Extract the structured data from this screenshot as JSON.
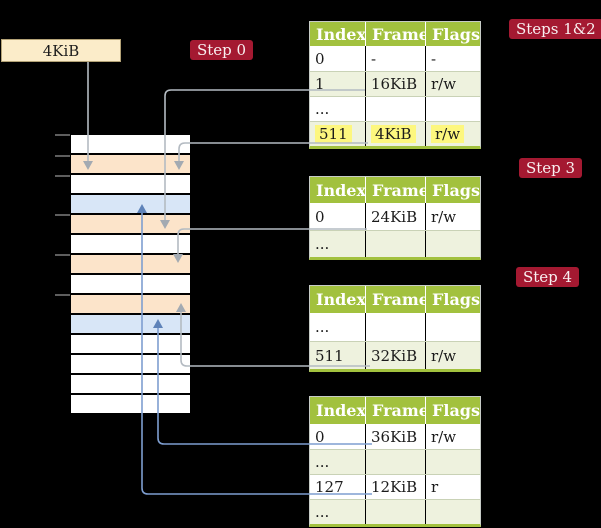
{
  "colors": {
    "olive": "#a2c13e",
    "cellgreen": "#eef2de",
    "highlight": "#fdf77e",
    "red": "#a41931",
    "cream": "#fbecc9",
    "roworange": "#fce4ca",
    "rowblue": "#d8e6f7",
    "grayline": "#b4bbc2",
    "grayhead": "#a3aab2",
    "blueline": "#7e9ed0",
    "bluehead": "#5f83b9",
    "tick": "#7e7e7e"
  },
  "source_box": {
    "label": "4KiB"
  },
  "steps": {
    "step0": "Step 0",
    "steps_1_2": "Steps 1&2",
    "step3": "Step 3",
    "step4": "Step 4"
  },
  "memory_strip": {
    "rows": [
      "white",
      "orange",
      "white",
      "blue",
      "orange",
      "white",
      "orange",
      "white",
      "orange",
      "blue",
      "white",
      "white",
      "white",
      "white"
    ]
  },
  "tables": [
    {
      "name": "page-table-steps-1-2",
      "headers": [
        "Index",
        "Frame",
        "Flags"
      ],
      "rows": [
        {
          "cells": [
            "0",
            "-",
            "-"
          ],
          "shade": false,
          "highlight": false
        },
        {
          "cells": [
            "1",
            "16KiB",
            "r/w"
          ],
          "shade": true,
          "highlight": false
        },
        {
          "cells": [
            "...",
            "",
            ""
          ],
          "shade": false,
          "highlight": false
        },
        {
          "cells": [
            "511",
            "4KiB",
            "r/w"
          ],
          "shade": true,
          "highlight": true
        }
      ]
    },
    {
      "name": "page-table-step-3",
      "headers": [
        "Index",
        "Frame",
        "Flags"
      ],
      "rows": [
        {
          "cells": [
            "0",
            "24KiB",
            "r/w"
          ],
          "shade": false,
          "highlight": false
        },
        {
          "cells": [
            "...",
            "",
            ""
          ],
          "shade": true,
          "highlight": false
        }
      ]
    },
    {
      "name": "page-table-step-4",
      "headers": [
        "Index",
        "Frame",
        "Flags"
      ],
      "rows": [
        {
          "cells": [
            "...",
            "",
            ""
          ],
          "shade": false,
          "highlight": false
        },
        {
          "cells": [
            "511",
            "32KiB",
            "r/w"
          ],
          "shade": true,
          "highlight": false
        }
      ]
    },
    {
      "name": "page-table-final",
      "headers": [
        "Index",
        "Frame",
        "Flags"
      ],
      "rows": [
        {
          "cells": [
            "0",
            "36KiB",
            "r/w"
          ],
          "shade": false,
          "highlight": false
        },
        {
          "cells": [
            "...",
            "",
            ""
          ],
          "shade": true,
          "highlight": false
        },
        {
          "cells": [
            "127",
            "12KiB",
            "r"
          ],
          "shade": false,
          "highlight": false
        },
        {
          "cells": [
            "...",
            "",
            ""
          ],
          "shade": true,
          "highlight": false
        }
      ]
    }
  ]
}
